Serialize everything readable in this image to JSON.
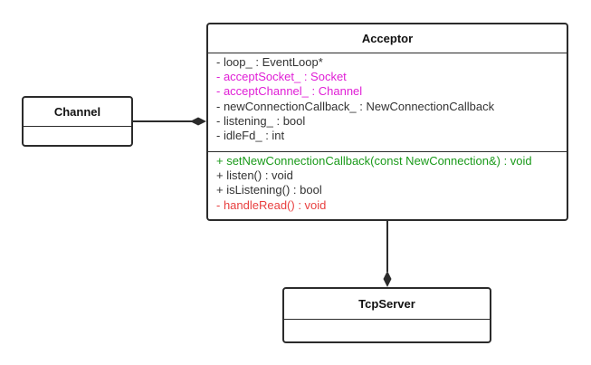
{
  "colors": {
    "border": "#2b2b2b",
    "default_text": "#333333",
    "magenta": "#e01fd6",
    "green": "#1a9a1a",
    "red": "#e84040"
  },
  "acceptor": {
    "name": "Acceptor",
    "attributes": [
      {
        "text": "- loop_ : EventLoop*",
        "color": "#333333"
      },
      {
        "text": "- acceptSocket_ : Socket",
        "color": "#e01fd6"
      },
      {
        "text": "- acceptChannel_ : Channel",
        "color": "#e01fd6"
      },
      {
        "text": "- newConnectionCallback_ : NewConnectionCallback",
        "color": "#333333"
      },
      {
        "text": "- listening_ : bool",
        "color": "#333333"
      },
      {
        "text": "- idleFd_ : int",
        "color": "#333333"
      }
    ],
    "operations": [
      {
        "text": "+ setNewConnectionCallback(const NewConnection&) : void",
        "color": "#1a9a1a"
      },
      {
        "text": "+ listen() : void",
        "color": "#333333"
      },
      {
        "text": "+ isListening() : bool",
        "color": "#333333"
      },
      {
        "text": "-  handleRead() : void",
        "color": "#e84040"
      }
    ]
  },
  "channel": {
    "name": "Channel"
  },
  "tcpserver": {
    "name": "TcpServer"
  }
}
